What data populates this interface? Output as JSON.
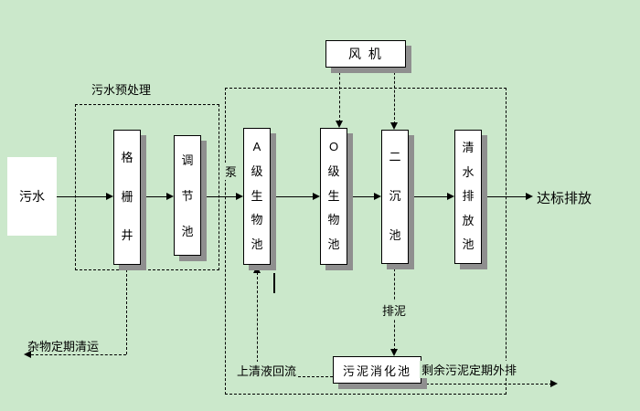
{
  "diagram": {
    "nodes": {
      "influent": "污水",
      "grid_well": "格\n栅\n井",
      "regulating_tank": "调\n节\n池",
      "a_bio_tank": "A\n级\n生\n物\n池",
      "o_bio_tank": "O\n级\n生\n物\n池",
      "secondary_clarifier": "二\n沉\n池",
      "clear_water_tank": "清\n水\n排\n放\n池",
      "blower": "风 机",
      "sludge_digester": "污泥消化池"
    },
    "labels": {
      "pretreatment_group": "污水预处理",
      "pump": "泵",
      "effluent": "达标排放",
      "debris_removal": "杂物定期清运",
      "sludge_discharge": "排泥",
      "supernatant_return": "上清液回流",
      "excess_sludge_out": "剩余污泥定期外排"
    },
    "colors": {
      "background": "#cbe8cb",
      "box_fill": "#ffffff",
      "box_border": "#000000",
      "shadow": "#8f8f8f",
      "line": "#000000",
      "text": "#000000"
    }
  }
}
